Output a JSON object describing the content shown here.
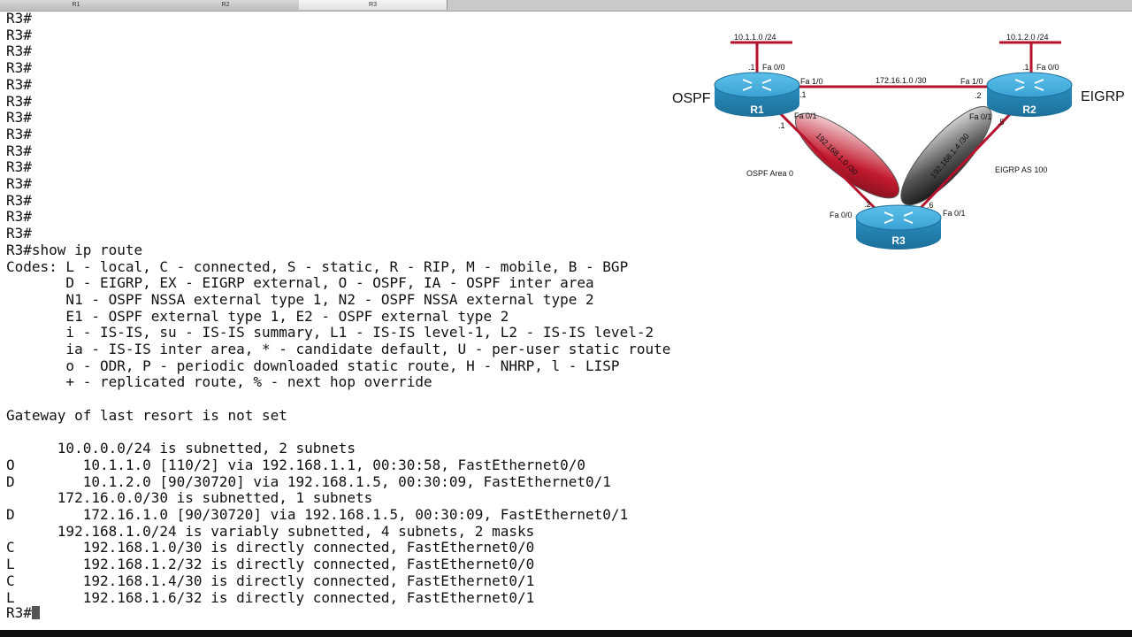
{
  "tabs": [
    {
      "label": "R1",
      "active": false
    },
    {
      "label": "R2",
      "active": false
    },
    {
      "label": "R3",
      "active": true
    }
  ],
  "terminal": {
    "lines": [
      "R3#",
      "R3#",
      "R3#",
      "R3#",
      "R3#",
      "R3#",
      "R3#",
      "R3#",
      "R3#",
      "R3#",
      "R3#",
      "R3#",
      "R3#",
      "R3#",
      "R3#show ip route",
      "Codes: L - local, C - connected, S - static, R - RIP, M - mobile, B - BGP",
      "       D - EIGRP, EX - EIGRP external, O - OSPF, IA - OSPF inter area",
      "       N1 - OSPF NSSA external type 1, N2 - OSPF NSSA external type 2",
      "       E1 - OSPF external type 1, E2 - OSPF external type 2",
      "       i - IS-IS, su - IS-IS summary, L1 - IS-IS level-1, L2 - IS-IS level-2",
      "       ia - IS-IS inter area, * - candidate default, U - per-user static route",
      "       o - ODR, P - periodic downloaded static route, H - NHRP, l - LISP",
      "       + - replicated route, % - next hop override",
      "",
      "Gateway of last resort is not set",
      "",
      "      10.0.0.0/24 is subnetted, 2 subnets",
      "O        10.1.1.0 [110/2] via 192.168.1.1, 00:30:58, FastEthernet0/0",
      "D        10.1.2.0 [90/30720] via 192.168.1.5, 00:30:09, FastEthernet0/1",
      "      172.16.0.0/30 is subnetted, 1 subnets",
      "D        172.16.1.0 [90/30720] via 192.168.1.5, 00:30:09, FastEthernet0/1",
      "      192.168.1.0/24 is variably subnetted, 4 subnets, 2 masks",
      "C        192.168.1.0/30 is directly connected, FastEthernet0/0",
      "L        192.168.1.2/32 is directly connected, FastEthernet0/0",
      "C        192.168.1.4/30 is directly connected, FastEthernet0/1",
      "L        192.168.1.6/32 is directly connected, FastEthernet0/1"
    ],
    "prompt": "R3#"
  },
  "topology": {
    "routers": {
      "r1": "R1",
      "r2": "R2",
      "r3": "R3"
    },
    "protocols": {
      "left": "OSPF",
      "right": "EIGRP"
    },
    "areas": {
      "ospf": "OSPF Area 0",
      "eigrp": "EIGRP AS 100"
    },
    "networks": {
      "r1_lan": "10.1.1.0 /24",
      "r2_lan": "10.1.2.0 /24",
      "r1_r2": "172.16.1.0 /30",
      "r1_r3": "192.168.1.0 /30",
      "r2_r3": "192.168.1.4 /30"
    },
    "interfaces": {
      "r1_fa00": "Fa 0/0",
      "r1_fa10": "Fa 1/0",
      "r1_fa01": "Fa 0/1",
      "r2_fa00": "Fa 0/0",
      "r2_fa10": "Fa 1/0",
      "r2_fa01": "Fa 0/1",
      "r3_fa00": "Fa 0/0",
      "r3_fa01": "Fa 0/1"
    },
    "addresses": {
      "r1_lan": ".1",
      "r2_lan": ".1",
      "r1_r2_left": ".1",
      "r1_r2_right": ".2",
      "r1_r3_top": ".1",
      "r1_r3_bottom": ".2",
      "r2_r3_top": ".5",
      "r2_r3_bottom": ".6"
    },
    "colors": {
      "link": "#b5122b",
      "router": "#2b8fc0"
    }
  }
}
